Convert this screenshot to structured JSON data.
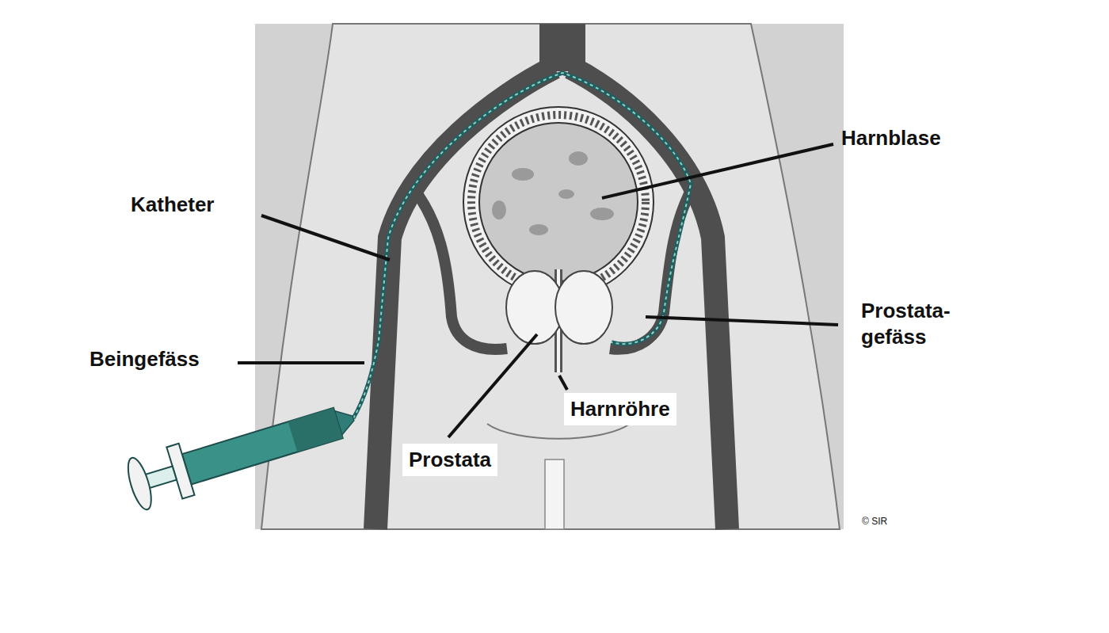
{
  "diagram": {
    "labels": [
      "Katheter",
      "Beingefäss",
      "Harnblase",
      "Prostata- gefäss",
      "Harnröhre",
      "Prostata",
      "© SIR"
    ]
  }
}
